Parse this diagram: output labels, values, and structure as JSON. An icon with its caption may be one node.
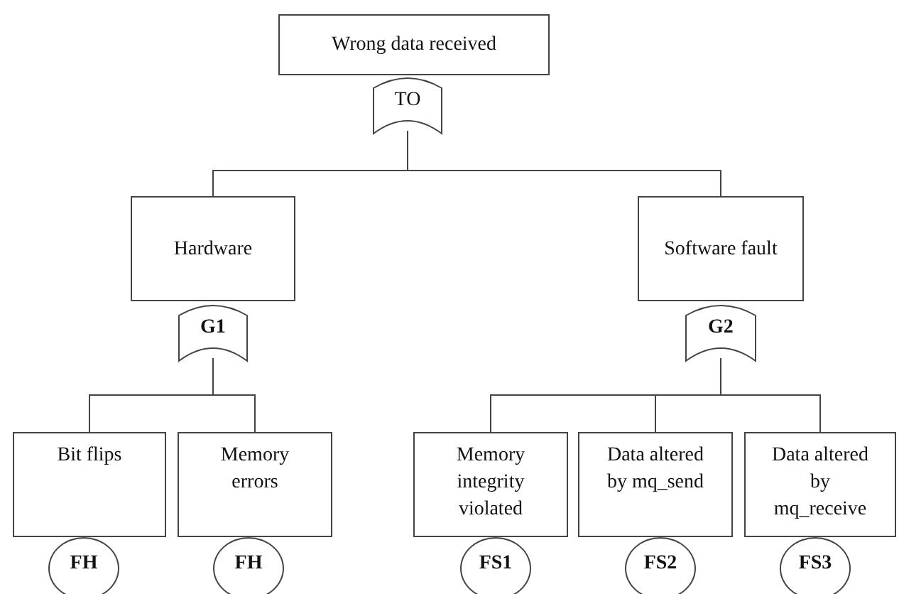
{
  "diagram": {
    "nodes": [
      {
        "text": [
          "Wrong data received"
        ]
      },
      {
        "text": [
          "TO"
        ]
      },
      {
        "text": [
          "Hardware"
        ]
      },
      {
        "text": [
          "Software fault"
        ]
      },
      {
        "text": [
          "G1"
        ]
      },
      {
        "text": [
          "G2"
        ]
      },
      {
        "text": [
          "Bit flips"
        ]
      },
      {
        "text": [
          "Memory errors"
        ]
      },
      {
        "text": [
          "Memory integrity violated"
        ]
      },
      {
        "text": [
          "Data altered by mq_send"
        ]
      },
      {
        "text": [
          "Data altered by mq_receive"
        ]
      },
      {
        "text": [
          "FH"
        ]
      },
      {
        "text": [
          "FH"
        ]
      },
      {
        "text": [
          "FS1"
        ]
      },
      {
        "text": [
          "FS2"
        ]
      },
      {
        "text": [
          "FS3"
        ]
      }
    ],
    "edges": [
      {
        "from": 1,
        "to": 2,
        "arrow": "none"
      },
      {
        "from": 1,
        "to": 3,
        "arrow": "none"
      },
      {
        "from": 4,
        "to": 6,
        "arrow": "none"
      },
      {
        "from": 4,
        "to": 7,
        "arrow": "none"
      },
      {
        "from": 5,
        "to": 8,
        "arrow": "none"
      },
      {
        "from": 5,
        "to": 9,
        "arrow": "none"
      },
      {
        "from": 5,
        "to": 10,
        "arrow": "none"
      }
    ]
  }
}
